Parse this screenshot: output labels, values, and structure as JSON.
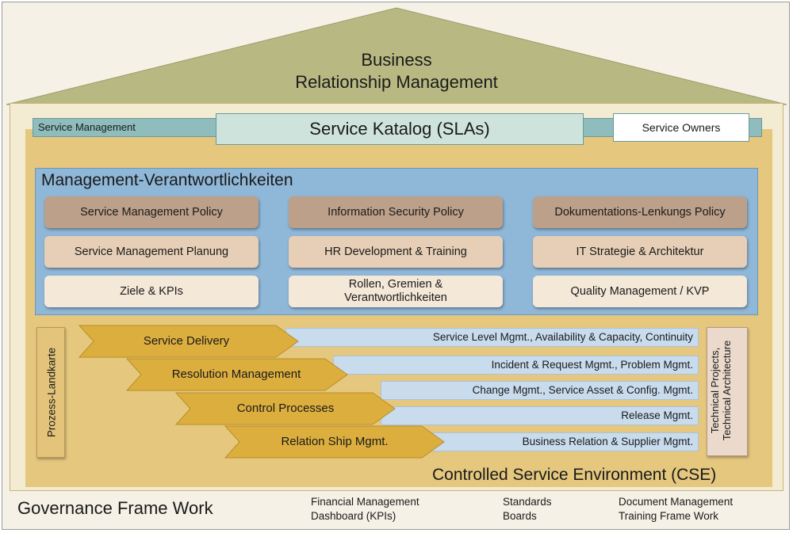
{
  "roof": {
    "line1": "Business",
    "line2": "Relationship Management"
  },
  "service_bar": {
    "left_label": "Service Management",
    "center_label": "Service Katalog (SLAs)",
    "right_label": "Service Owners"
  },
  "management": {
    "title": "Management-Verantwortlichkeiten",
    "cards": [
      "Service Management Policy",
      "Information Security Policy",
      "Dokumentations-Lenkungs Policy",
      "Service Management Planung",
      "HR Development & Training",
      "IT Strategie & Architektur",
      "Ziele & KPIs",
      "Rollen, Gremien & Verantwortlichkeiten",
      "Quality Management / KVP"
    ]
  },
  "process_map": {
    "side_label": "Prozess-Landkarte",
    "tech_label_1": "Technical Projects,",
    "tech_label_2": "Technical Architecture",
    "processes": [
      "Service Delivery",
      "Resolution Management",
      "Control Processes",
      "Relation Ship Mgmt."
    ],
    "bars": [
      "Service Level Mgmt., Availability & Capacity, Continuity",
      "Incident & Request Mgmt., Problem Mgmt.",
      "Change Mgmt., Service Asset & Config. Mgmt.",
      "Release Mgmt.",
      "Business Relation & Supplier Mgmt."
    ]
  },
  "cse_label": "Controlled Service Environment (CSE)",
  "footer": {
    "title": "Governance Frame Work",
    "col1_line1": "Financial Management",
    "col1_line2": "Dashboard (KPIs)",
    "col2_line1": "Standards",
    "col2_line2": "Boards",
    "col3_line1": "Document Management",
    "col3_line2": "Training Frame Work"
  },
  "colors": {
    "roof": "#b8b982",
    "service_bar": "#8fbcbc",
    "katalog": "#cfe3dd",
    "management_panel": "#8fb7d8",
    "process_arrow": "#dcae3e",
    "process_bar": "#c9dcee",
    "house_inner": "#e5c77e"
  }
}
